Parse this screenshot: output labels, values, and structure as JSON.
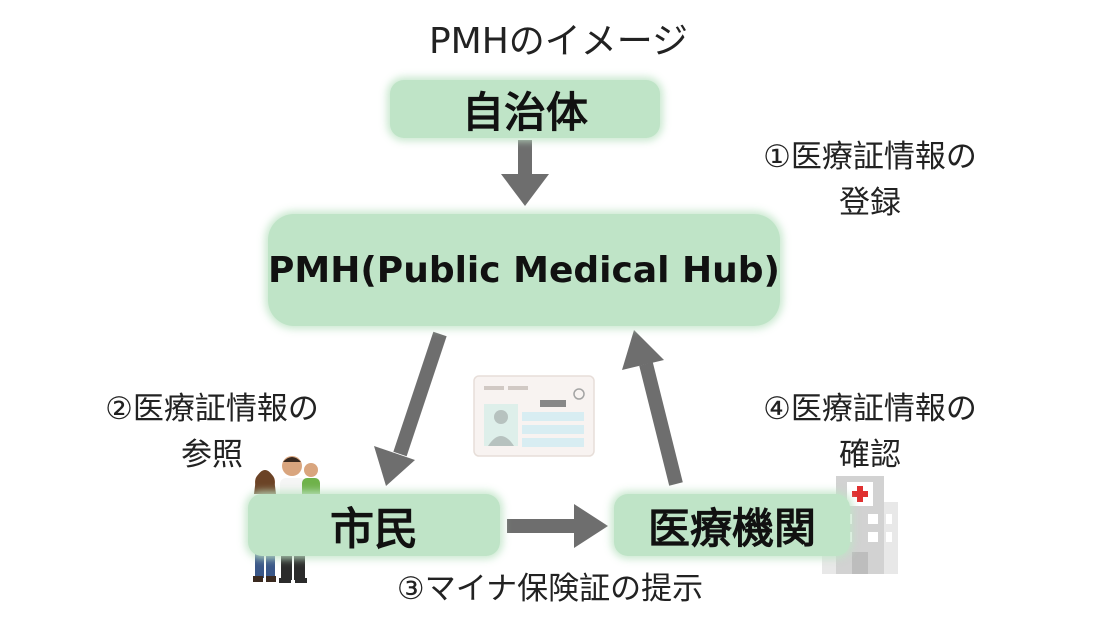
{
  "title": "PMHのイメージ",
  "nodes": {
    "jichitai": "自治体",
    "pmh": "PMH(Public Medical Hub)",
    "shimin": "市民",
    "iryou_kikan": "医療機関"
  },
  "labels": {
    "step1_line1": "①医療証情報の",
    "step1_line2": "登録",
    "step2_line1": "②医療証情報の",
    "step2_line2": "参照",
    "step3": "③マイナ保険証の提示",
    "step4_line1": "④医療証情報の",
    "step4_line2": "確認"
  },
  "icons": {
    "family": "family-icon",
    "hospital": "hospital-icon",
    "card": "id-card-icon"
  },
  "colors": {
    "node_fill": "#bfe4c7",
    "arrow": "#6e6e6e",
    "hospital_cross": "#e03030"
  }
}
